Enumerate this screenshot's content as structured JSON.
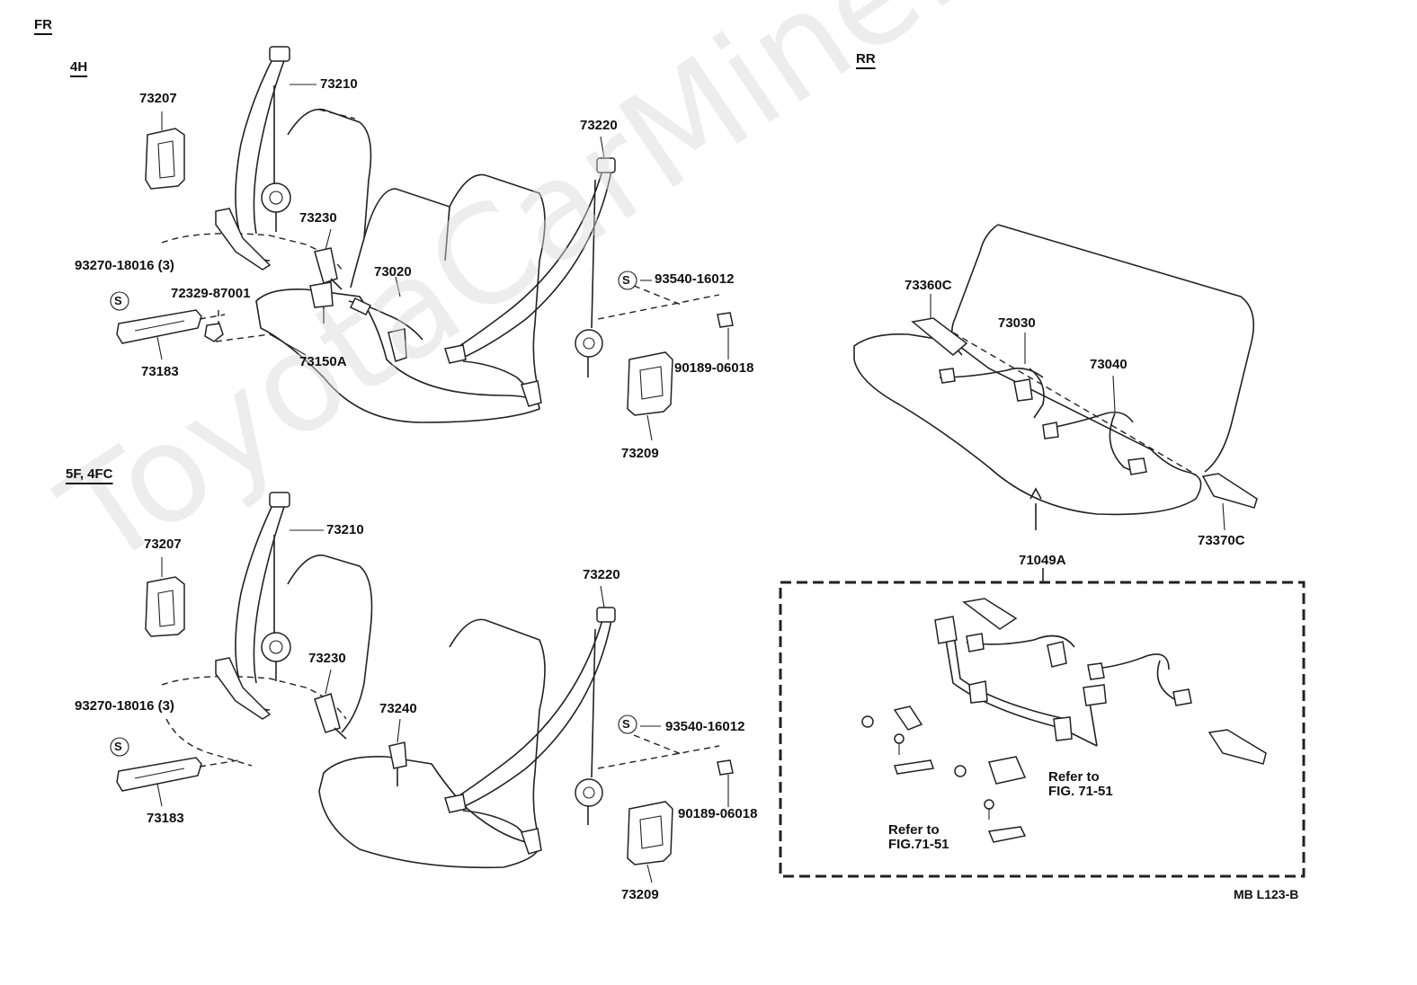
{
  "watermark": "ToyotaCarMine.ru",
  "sections": {
    "fr": "FR",
    "rr": "RR",
    "variant_4h": "4H",
    "variant_5f": "5F, 4FC"
  },
  "parts": {
    "p73210": "73210",
    "p73207": "73207",
    "p73230": "73230",
    "p73220": "73220",
    "p93270": "93270-18016 (3)",
    "p72329": "72329-87001",
    "p73020": "73020",
    "p93540": "93540-16012",
    "p73183": "73183",
    "p73150a": "73150A",
    "p90189": "90189-06018",
    "p73209": "73209",
    "p73240": "73240",
    "p73360c": "73360C",
    "p73030": "73030",
    "p73040": "73040",
    "p73370c": "73370C",
    "p71049a": "71049A"
  },
  "symbols": {
    "s": "S"
  },
  "refs": {
    "ref1_line1": "Refer to",
    "ref1_line2": "FIG. 71-51",
    "ref2_line1": "Refer to",
    "ref2_line2": "FIG.71-51"
  },
  "drawing_code": "MB L123-B"
}
